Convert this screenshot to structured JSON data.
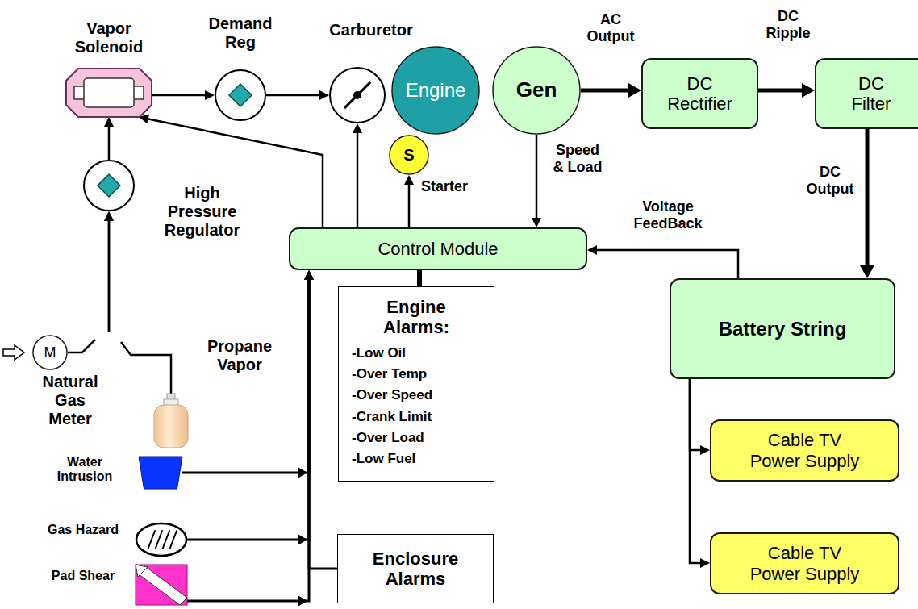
{
  "diagram": {
    "nodes": [
      {
        "text": [
          "Vapor Solenoid"
        ]
      },
      {
        "text": [
          "Demand Reg"
        ]
      },
      {
        "text": [
          "Carburetor"
        ]
      },
      {
        "text": [
          "Engine"
        ]
      },
      {
        "text": [
          "Gen"
        ]
      },
      {
        "text": [
          "DC Rectifier"
        ]
      },
      {
        "text": [
          "DC Filter"
        ]
      },
      {
        "text": [
          "S"
        ]
      },
      {
        "text": [
          "High Pressure Regulator"
        ]
      },
      {
        "text": [
          "Control Module"
        ]
      },
      {
        "text": [
          "Battery String"
        ]
      },
      {
        "text": [
          "M",
          "Natural Gas Meter"
        ]
      },
      {
        "text": [
          "Propane Vapor"
        ]
      },
      {
        "text": [
          "Engine Alarms:",
          "-Low Oil",
          "-Over Temp",
          "-Over Speed",
          "-Crank Limit",
          "-Over Load",
          "-Low Fuel"
        ]
      },
      {
        "text": [
          "Cable TV Power Supply"
        ]
      },
      {
        "text": [
          "Water Intrusion"
        ]
      },
      {
        "text": [
          "Gas Hazard"
        ]
      },
      {
        "text": [
          "Enclosure Alarms"
        ]
      },
      {
        "text": [
          "Cable TV Power Supply"
        ]
      },
      {
        "text": [
          "Pad Shear"
        ]
      }
    ],
    "edges": [
      {
        "from": 0,
        "to": 1,
        "arrow": "to"
      },
      {
        "from": 1,
        "to": 2,
        "arrow": "to"
      },
      {
        "from": 4,
        "to": 5,
        "arrow": "to",
        "label": "AC Output"
      },
      {
        "from": 5,
        "to": 6,
        "arrow": "to",
        "label": "DC Ripple"
      },
      {
        "from": 6,
        "to": 10,
        "arrow": "to",
        "label": "DC Output"
      },
      {
        "from": 4,
        "to": 9,
        "arrow": "to",
        "label": "Speed & Load"
      },
      {
        "from": 10,
        "to": 9,
        "arrow": "to",
        "label": "Voltage FeedBack"
      },
      {
        "from": 9,
        "to": 0,
        "arrow": "to"
      },
      {
        "from": 9,
        "to": 2,
        "arrow": "to"
      },
      {
        "from": 9,
        "to": 7,
        "arrow": "to",
        "label": "Starter"
      },
      {
        "from": 8,
        "to": 0,
        "arrow": "to"
      },
      {
        "from": 11,
        "to": 8,
        "arrow": "to"
      },
      {
        "from": 12,
        "to": 8,
        "arrow": "to"
      },
      {
        "from": 13,
        "to": 9,
        "arrow": "none"
      },
      {
        "from": 10,
        "to": 14,
        "arrow": "to"
      },
      {
        "from": 10,
        "to": 18,
        "arrow": "to"
      },
      {
        "from": 15,
        "to": 9,
        "arrow": "to"
      },
      {
        "from": 16,
        "to": 9,
        "arrow": "to"
      },
      {
        "from": 19,
        "to": 9,
        "arrow": "to"
      },
      {
        "from": 17,
        "to": 9,
        "arrow": "to"
      }
    ]
  }
}
